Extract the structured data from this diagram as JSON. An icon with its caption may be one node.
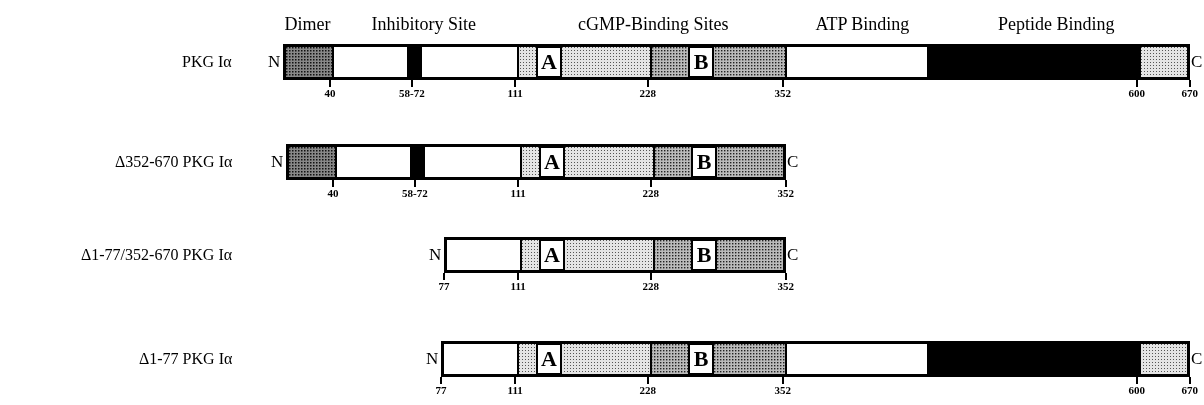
{
  "diagram": {
    "nodes": [
      {
        "text": [],
        "shape": "bar",
        "beside": [
          "N",
          "C",
          "40",
          "58-72",
          "111",
          "228",
          "352",
          "600",
          "670"
        ]
      },
      {
        "text": [
          "A"
        ],
        "in": 0
      },
      {
        "text": [
          "B"
        ],
        "in": 0
      },
      {
        "text": [],
        "shape": "bar",
        "beside": [
          "N",
          "C",
          "40",
          "58-72",
          "111",
          "228",
          "352"
        ]
      },
      {
        "text": [
          "A"
        ],
        "in": 3
      },
      {
        "text": [
          "B"
        ],
        "in": 3
      },
      {
        "text": [],
        "shape": "bar",
        "beside": [
          "N",
          "C",
          "77",
          "111",
          "228",
          "352"
        ]
      },
      {
        "text": [
          "A"
        ],
        "in": 6
      },
      {
        "text": [
          "B"
        ],
        "in": 6
      },
      {
        "text": [],
        "shape": "bar",
        "beside": [
          "N",
          "C",
          "77",
          "111",
          "228",
          "352",
          "600",
          "670"
        ]
      },
      {
        "text": [
          "A"
        ],
        "in": 9
      },
      {
        "text": [
          "B"
        ],
        "in": 9
      }
    ],
    "labels": [
      "Dimer",
      "Inhibitory Site",
      "cGMP-Binding Sites",
      "ATP Binding",
      "Peptide Binding",
      "PKG Iα",
      "Δ352-670 PKG Iα",
      "Δ1-77/352-670 PKG Iα",
      "Δ1-77 PKG Iα"
    ]
  }
}
